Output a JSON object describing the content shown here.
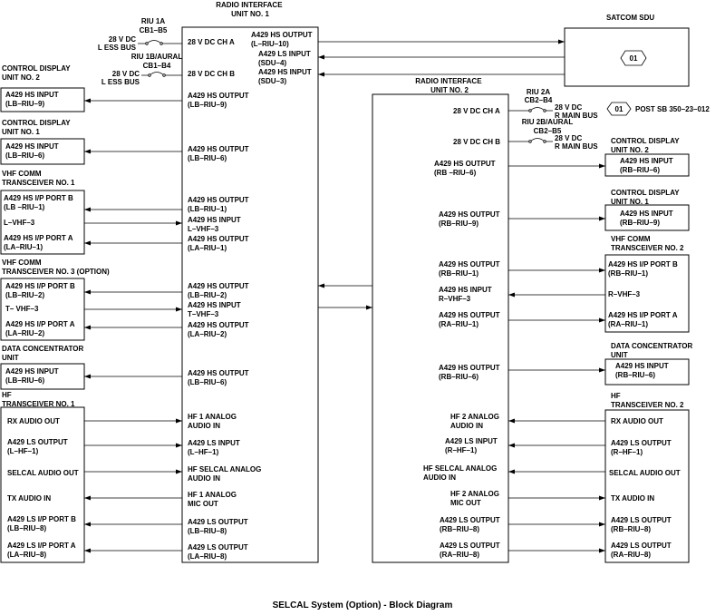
{
  "caption": "SELCAL System (Option) - Block Diagram",
  "riu1": {
    "title": [
      "RADIO INTERFACE",
      "UNIT NO. 1"
    ],
    "ports": [
      [
        "28 V DC CH A"
      ],
      [
        "A429 HS OUTPUT",
        "(L–RIU–10)"
      ],
      [
        "A429 LS INPUT",
        "(SDU–4)"
      ],
      [
        "28 V DC CH B"
      ],
      [
        "A429 HS INPUT",
        "(SDU–3)"
      ],
      [
        "A429 HS OUTPUT",
        "(LB–RIU–9)"
      ],
      [
        "A429 HS OUTPUT",
        "(LB–RIU–6)"
      ],
      [
        "A429 HS OUTPUT",
        "(LB–RIU–1)"
      ],
      [
        "A429 HS INPUT",
        "L–VHF–3"
      ],
      [
        "A429 HS OUTPUT",
        "(LA–RIU–1)"
      ],
      [
        "A429 HS OUTPUT",
        "(LB–RIU–2)"
      ],
      [
        "A429 HS INPUT",
        "T–VHF–3"
      ],
      [
        "A429 HS OUTPUT",
        "(LA–RIU–2)"
      ],
      [
        "A429 HS OUTPUT",
        "(LB–RIU–6)"
      ],
      [
        "HF 1 ANALOG",
        "AUDIO IN"
      ],
      [
        "A429 LS INPUT",
        "(L–HF–1)"
      ],
      [
        "HF SELCAL ANALOG",
        "AUDIO IN"
      ],
      [
        "HF 1 ANALOG",
        "MIC OUT"
      ],
      [
        "A429 LS OUTPUT",
        "(LB–RIU–8)"
      ],
      [
        "A429 LS OUTPUT",
        "(LA–RIU–8)"
      ]
    ]
  },
  "riu2": {
    "title": [
      "RADIO INTERFACE",
      "UNIT NO. 2"
    ],
    "ports": [
      [
        "28 V DC CH A"
      ],
      [
        "28 V DC CH B"
      ],
      [
        "A429 HS OUTPUT",
        "(RB –RIU–6)"
      ],
      [
        "A429 HS OUTPUT",
        "(RB–RIU–9)"
      ],
      [
        "A429 HS OUTPUT",
        "(RB–RIU–1)"
      ],
      [
        "A429 HS INPUT",
        "R–VHF–3"
      ],
      [
        "A429 HS OUTPUT",
        "(RA–RIU–1)"
      ],
      [
        "A429 HS OUTPUT",
        "(RB–RIU–6)"
      ],
      [
        "HF 2 ANALOG",
        "AUDIO IN"
      ],
      [
        "A429 LS INPUT",
        "(R–HF–1)"
      ],
      [
        "HF SELCAL ANALOG",
        "AUDIO IN"
      ],
      [
        "HF 2 ANALOG",
        "MIC OUT"
      ],
      [
        "A429 LS OUTPUT",
        "(RB–RIU–8)"
      ],
      [
        "A429 LS OUTPUT",
        "(RA–RIU–8)"
      ]
    ]
  },
  "satcom": {
    "title": "SATCOM SDU",
    "badge": "01"
  },
  "post_sb": {
    "badge": "01",
    "text": "POST SB 350–23–012"
  },
  "power": {
    "riu1a": [
      "RIU 1A",
      "CB1–B5",
      "28 V DC",
      "L ESS BUS"
    ],
    "riu1b": [
      "RIU 1B/AURAL",
      "CB1–B4",
      "28 V DC",
      "L ESS BUS"
    ],
    "riu2a": [
      "RIU 2A",
      "CB2–B4",
      "28 V DC",
      "R MAIN BUS"
    ],
    "riu2b": [
      "RIU 2B/AURAL",
      "CB2–B5",
      "28 V DC",
      "R MAIN BUS"
    ]
  },
  "left_units": [
    {
      "title": [
        "CONTROL DISPLAY",
        "UNIT NO. 2"
      ],
      "ports": [
        [
          "A429 HS INPUT",
          "(LB–RIU–9)"
        ]
      ]
    },
    {
      "title": [
        "CONTROL DISPLAY",
        "UNIT NO. 1"
      ],
      "ports": [
        [
          "A429 HS INPUT",
          "(LB–RIU–6)"
        ]
      ]
    },
    {
      "title": [
        "VHF COMM",
        "TRANSCEIVER NO. 1"
      ],
      "ports": [
        [
          "A429 HS I/P PORT B",
          "(LB –RIU–1)"
        ],
        [
          "L–VHF–3"
        ],
        [
          "A429 HS I/P PORT A",
          "(LA–RIU–1)"
        ]
      ]
    },
    {
      "title": [
        "VHF COMM",
        "TRANSCEIVER NO. 3 (OPTION)"
      ],
      "ports": [
        [
          "A429 HS I/P PORT B",
          "(LB–RIU–2)"
        ],
        [
          "T– VHF–3"
        ],
        [
          "A429 HS I/P PORT A",
          "(LA–RIU–2)"
        ]
      ]
    },
    {
      "title": [
        "DATA CONCENTRATOR",
        "UNIT"
      ],
      "ports": [
        [
          "A429 HS INPUT",
          "(LB–RIU–6)"
        ]
      ]
    },
    {
      "title": [
        "HF",
        "TRANSCEIVER NO. 1"
      ],
      "ports": [
        [
          "RX AUDIO OUT"
        ],
        [
          "A429 LS OUTPUT",
          "(L–HF–1)"
        ],
        [
          "SELCAL AUDIO OUT"
        ],
        [
          "TX AUDIO IN"
        ],
        [
          "A429 LS I/P PORT B",
          "(LB–RIU–8)"
        ],
        [
          "A429 LS I/P PORT A",
          "(LA–RIU–8)"
        ]
      ]
    }
  ],
  "right_units": [
    {
      "title": [
        "CONTROL DISPLAY",
        "UNIT NO. 2"
      ],
      "ports": [
        [
          "A429 HS INPUT",
          "(RB–RIU–6)"
        ]
      ]
    },
    {
      "title": [
        "CONTROL DISPLAY",
        "UNIT NO. 1"
      ],
      "ports": [
        [
          "A429 HS INPUT",
          "(RB–RIU–9)"
        ]
      ]
    },
    {
      "title": [
        "VHF COMM",
        "TRANSCEIVER NO. 2"
      ],
      "ports": [
        [
          "A429 HS I/P PORT B",
          "(RB–RIU–1)"
        ],
        [
          "R–VHF–3"
        ],
        [
          "A429 HS I/P PORT A",
          "(RA–RIU–1)"
        ]
      ]
    },
    {
      "title": [
        "DATA CONCENTRATOR",
        "UNIT"
      ],
      "ports": [
        [
          "A429 HS INPUT",
          "(RB–RIU–6)"
        ]
      ]
    },
    {
      "title": [
        "HF",
        "TRANSCEIVER NO. 2"
      ],
      "ports": [
        [
          "RX AUDIO OUT"
        ],
        [
          "A429 LS OUTPUT",
          "(R–HF–1)"
        ],
        [
          "SELCAL AUDIO OUT"
        ],
        [
          "TX AUDIO IN"
        ],
        [
          "A429 LS OUTPUT",
          "(RB–RIU–8)"
        ],
        [
          "A429 LS OUTPUT",
          "(RA–RIU–8)"
        ]
      ]
    }
  ]
}
